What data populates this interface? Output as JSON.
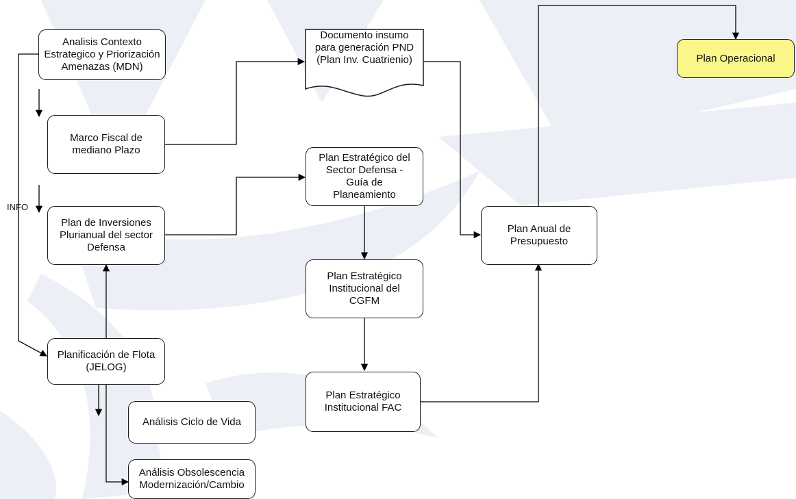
{
  "nodes": {
    "analisis_contexto": "Analisis Contexto\nEstrategico y Priorización\nAmenazas (MDN)",
    "marco_fiscal": "Marco Fiscal de\nmediano Plazo",
    "plan_inversiones": "Plan de Inversiones\nPlurianual del sector\nDefensa",
    "planificacion_flota": "Planificación de Flota\n(JELOG)",
    "analisis_ciclo_vida": "Análisis Ciclo de Vida",
    "analisis_obsolescencia": "Análisis Obsolescencia\nModernización/Cambio",
    "documento_insumo": "Documento insumo\npara generación PND\n(Plan Inv. Cuatrienio)",
    "plan_estrategico_sector": "Plan Estratégico del\nSector Defensa -\nGuía de\nPlaneamiento",
    "plan_estrategico_cgfm": "Plan Estratégico\nInstitucional del\nCGFM",
    "plan_estrategico_fac": "Plan Estratégico\nInstitucional FAC",
    "plan_anual_presupuesto": "Plan Anual de\nPresupuesto",
    "plan_operacional": "Plan Operacional"
  },
  "labels": {
    "info": "INFO"
  },
  "colors": {
    "highlight_fill": "#fbf68a",
    "watermark": "#eceff6"
  }
}
